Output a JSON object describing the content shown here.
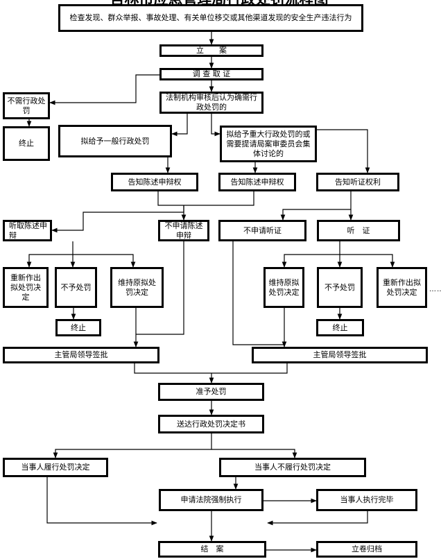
{
  "title": "吉林市应急管理局行政处罚流程图",
  "boxes": {
    "start": "检查发现、群众举报、事故处理、有关单位移交或其他渠道发现的安全生产违法行为",
    "file_case": "立　　案",
    "investigate": "调 查 取 证",
    "no_penalty_needed": "不需行政处罚",
    "terminate_1": "终止",
    "legal_review": "法制机构审核后认为确需行政处罚的",
    "general_penalty": "拟给予一般行政处罚",
    "major_penalty": "拟给予重大行政处罚的或需要提请局案审委员会集体讨论的",
    "notify_statement_1": "告知陈述申辩权",
    "notify_statement_2": "告知陈述申辩权",
    "notify_hearing": "告知听证权利",
    "hear_statement": "听取陈述申辩",
    "no_statement": "不申请陈述申辩",
    "no_hearing_request": "不申请听证",
    "hearing": "听　证",
    "redecide_left": "重新作出拟处罚决定",
    "no_penalty_left": "不予处罚",
    "maintain_left": "维持原拟处罚决定",
    "terminate_left": "终止",
    "maintain_right": "维持原拟处罚决定",
    "no_penalty_right": "不予处罚",
    "redecide_right": "重新作出拟处罚决定",
    "terminate_right": "终止",
    "leader_approve_left": "主管局领导签批",
    "leader_approve_right": "主管局领导签批",
    "grant_penalty": "准予处罚",
    "deliver_decision": "送达行政处罚决定书",
    "party_complies": "当事人履行处罚决定",
    "party_not_comply": "当事人不履行处罚决定",
    "apply_court": "申请法院强制执行",
    "party_finished": "当事人执行完毕",
    "close_case": "结　案",
    "archive": "立卷归档"
  },
  "trailing_dots": "……"
}
